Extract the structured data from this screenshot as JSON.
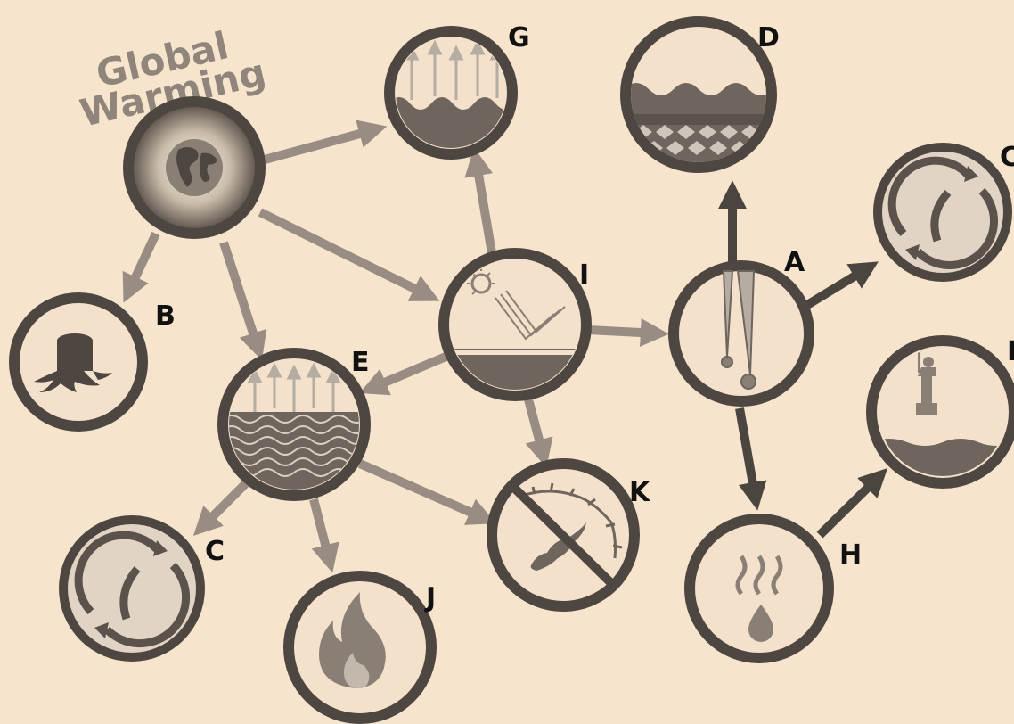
{
  "title": {
    "line1": "Global",
    "line2": "Warming"
  },
  "nodes": {
    "A": {
      "label": "A",
      "icon": "melting-ice-icon"
    },
    "B": {
      "label": "B",
      "icon": "tree-stump-icon"
    },
    "C": {
      "label": "C",
      "icon": "cycle-arrows-icon"
    },
    "C2": {
      "label": "C",
      "icon": "cycle-arrows-icon"
    },
    "D": {
      "label": "D",
      "icon": "ocean-layers-icon"
    },
    "E": {
      "label": "E",
      "icon": "ocean-heat-icon"
    },
    "F": {
      "label": "F",
      "icon": "flooded-statue-icon"
    },
    "G": {
      "label": "G",
      "icon": "sea-evaporation-icon"
    },
    "H": {
      "label": "H",
      "icon": "evaporation-drop-icon"
    },
    "I": {
      "label": "I",
      "icon": "sun-reflection-icon"
    },
    "J": {
      "label": "J",
      "icon": "fire-icon"
    },
    "K": {
      "label": "K",
      "icon": "no-marine-life-icon"
    }
  },
  "colors": {
    "background": "#f6e4cd",
    "ring": "#4e4640",
    "light_arrow": "#998d83",
    "dark_arrow": "#4b4540",
    "icon_fill": "#786e66",
    "circle_fill": "#f4e1cb"
  },
  "edges": [
    {
      "from": "global-warming",
      "to": "G"
    },
    {
      "from": "global-warming",
      "to": "B"
    },
    {
      "from": "global-warming",
      "to": "E"
    },
    {
      "from": "global-warming",
      "to": "I"
    },
    {
      "from": "I",
      "to": "G"
    },
    {
      "from": "I",
      "to": "E"
    },
    {
      "from": "I",
      "to": "K"
    },
    {
      "from": "I",
      "to": "A"
    },
    {
      "from": "E",
      "to": "C"
    },
    {
      "from": "E",
      "to": "J"
    },
    {
      "from": "E",
      "to": "K"
    },
    {
      "from": "A",
      "to": "D"
    },
    {
      "from": "A",
      "to": "C"
    },
    {
      "from": "A",
      "to": "H"
    },
    {
      "from": "H",
      "to": "F"
    }
  ]
}
